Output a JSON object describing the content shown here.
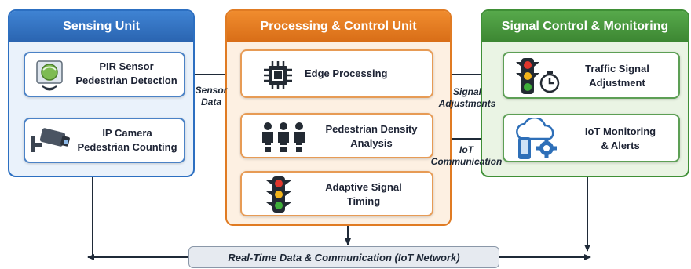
{
  "panels": {
    "sensing": {
      "title": "Sensing Unit",
      "color": "#2c6fc1"
    },
    "processing": {
      "title": "Processing & Control Unit",
      "color": "#e07b23"
    },
    "signal": {
      "title": "Signal Control & Monitoring",
      "color": "#3f8f36"
    }
  },
  "sensing": {
    "pir": {
      "title": "PIR Sensor",
      "subtitle": "Pedestrian Detection"
    },
    "camera": {
      "title": "IP Camera",
      "subtitle": "Pedestrian Counting"
    }
  },
  "processing": {
    "edge": {
      "label": "Edge Processing"
    },
    "density": {
      "line1": "Pedestrian Density",
      "line2": "Analysis"
    },
    "adaptive": {
      "line1": "Adaptive Signal",
      "line2": "Timing"
    }
  },
  "signal": {
    "adjust": {
      "line1": "Traffic Signal",
      "line2": "Adjustment"
    },
    "iot": {
      "line1": "IoT Monitoring",
      "line2": "& Alerts"
    }
  },
  "flows": {
    "sensor_data": {
      "line1": "Sensor",
      "line2": "Data"
    },
    "signal_adjustments": {
      "line1": "Signal",
      "line2": "Adjustments"
    },
    "iot_communication": {
      "line1": "IoT",
      "line2": "Communication"
    }
  },
  "network": {
    "label": "Real-Time Data & Communication (IoT Network)"
  }
}
